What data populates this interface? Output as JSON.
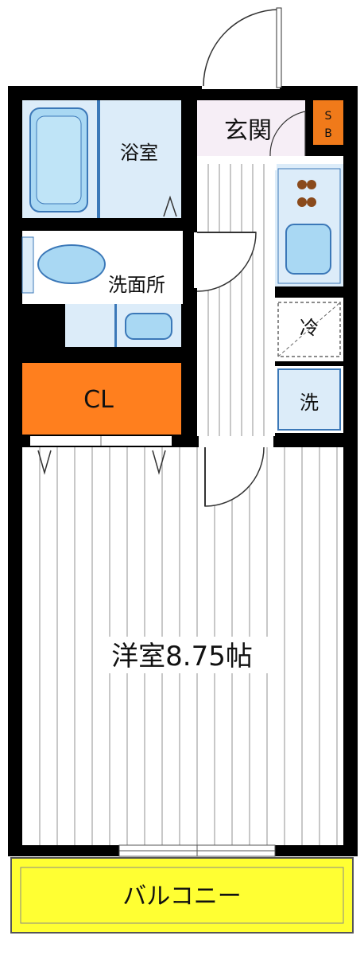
{
  "rooms": {
    "entrance": "玄関",
    "sb": "SB",
    "bath": "浴室",
    "washroom": "洗面所",
    "fridge": "冷",
    "washer": "洗",
    "closet": "CL",
    "western_room": "洋室8.75帖",
    "balcony": "バルコニー"
  },
  "colors": {
    "wall": "#000000",
    "wet_area": "#dcecf9",
    "fixture": "#a9d8f3",
    "fixture_outline": "#3b78b8",
    "closet": "#ff7f1e",
    "sb": "#f07a1a",
    "balcony": "#ffff33",
    "entrance": "#f6eef6",
    "floor_line": "#909090",
    "burner": "#8a4a1c"
  }
}
